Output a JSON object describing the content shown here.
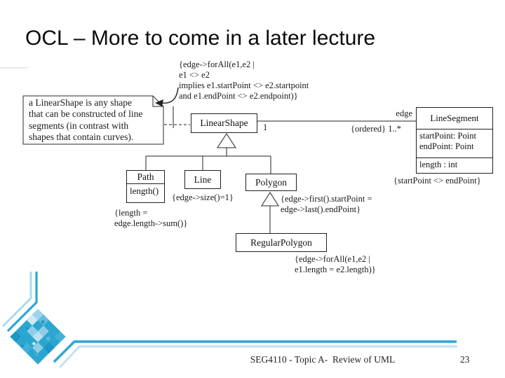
{
  "title": "OCL – More to come in a later lecture",
  "footer": {
    "course": "SEG4110 - Topic A-  Review of UML",
    "page_number": "23"
  },
  "note": {
    "text": "a LinearShape is any shape\nthat can be constructed of line\nsegments (in contrast with\nshapes that contain curves)."
  },
  "diagram": {
    "classes": {
      "linear_shape": {
        "name": "LinearShape"
      },
      "line_segment": {
        "name": "LineSegment",
        "attributes": [
          "startPoint: Point",
          "endPoint: Point"
        ],
        "operations": [
          "length : int"
        ]
      },
      "path": {
        "name": "Path",
        "operations": [
          "length()"
        ]
      },
      "line": {
        "name": "Line"
      },
      "polygon": {
        "name": "Polygon"
      },
      "regular_polygon": {
        "name": "RegularPolygon"
      }
    },
    "association": {
      "role_label": "edge",
      "source_multiplicity": "1",
      "target_multiplicity": "{ordered} 1..*"
    },
    "constraints": {
      "edges_distinct": "{edge->forAll(e1,e2 |\ne1 <> e2\nimplies e1.startPoint <> e2.startpoint\nand e1.endPoint <> e2.endpoint)}",
      "line_edge_count": "{edge->size()=1}",
      "path_length": "{length =\nedge.length->sum()}",
      "polygon_closed": "{edge->first().startPoint =\nedge->last().endPoint}",
      "regular_polygon_equal_edges": "{edge->forAll(e1,e2 |\ne1.length = e2.length)}",
      "segment_endpoints": "{startPoint <> endPoint}"
    }
  },
  "colors": {
    "accent_teal": "#2BA6D1",
    "accent_light_blue": "#BFE2F2"
  }
}
